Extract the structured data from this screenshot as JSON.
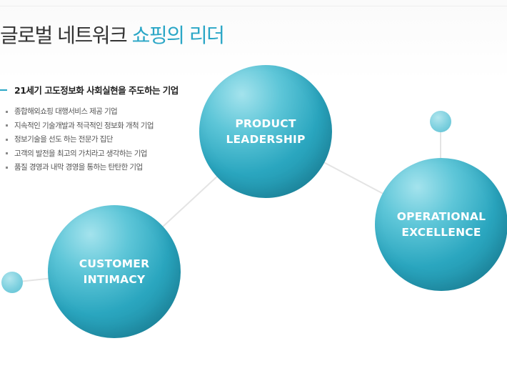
{
  "headline": {
    "main": "글로벌 네트워크",
    "accent": "쇼핑의 리더"
  },
  "subheading": "21세기 고도정보화 사회실현을 주도하는 기업",
  "bullets": [
    "종합해외쇼핑 대행서비스 제공 기업",
    "지속적인 기술개발과 적극적인 정보화 개척 기업",
    "정보기술을 선도 하는 전문가 집단",
    "고객의 발전을 최고의 가치라고 생각하는 기업",
    "품질 경영과 내막 경영을 통하는 탄탄한 기업"
  ],
  "circles": {
    "product": "PRODUCT\nLEADERSHIP",
    "operational": "OPERATIONAL\nEXCELLENCE",
    "customer": "CUSTOMER\nINTIMACY"
  },
  "colors": {
    "accent": "#2aa6c6",
    "circle_dark": "#1b8196",
    "circle_light": "#a4e3ed",
    "connector": "#e4e4e4"
  }
}
